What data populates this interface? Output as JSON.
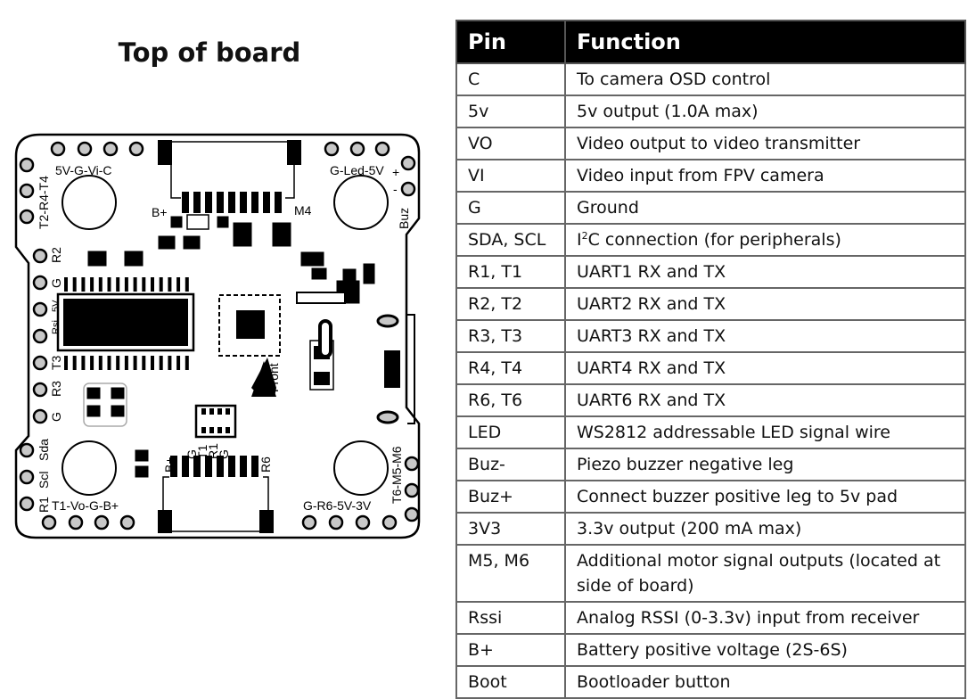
{
  "figure": {
    "title": "Top of board"
  },
  "board": {
    "labels": {
      "top_left_pads": "5V-G-Vi-C",
      "top_right_pads": "G-Led-5V",
      "left_upper_pads": "T2-R4-T4",
      "left_r2": "R2",
      "left_g": "G",
      "left_5v": "5V",
      "left_rsi": "Rsi",
      "left_t3": "T3",
      "left_r3": "R3",
      "left_g2": "G",
      "left_sda": "Sda",
      "left_scl": "Scl",
      "left_r1": "R1",
      "bottom_left_pads": "T1-Vo-G-B+",
      "bottom_right_pads": "G-R6-5V-3V",
      "right_lower_pads": "T6-M5-M6",
      "buz": "Buz",
      "buz_plus": "+",
      "buz_minus": "-",
      "m4": "M4",
      "b_plus_top": "B+",
      "b_plus_bottom": "B+",
      "front": "Front",
      "g_t1_r1_g": [
        "G",
        "T1",
        "R1",
        "G"
      ],
      "r6": "R6"
    }
  },
  "table": {
    "headers": [
      "Pin",
      "Function"
    ],
    "rows": [
      {
        "pin": "C",
        "function": "To camera OSD control"
      },
      {
        "pin": "5v",
        "function": "5v output (1.0A max)"
      },
      {
        "pin": "VO",
        "function": "Video output to video transmitter"
      },
      {
        "pin": "VI",
        "function": "Video input from FPV camera"
      },
      {
        "pin": "G",
        "function": "Ground"
      },
      {
        "pin": "SDA, SCL",
        "function_prefix": "I",
        "function_sup": "2",
        "function": "C connection (for peripherals)"
      },
      {
        "pin": "R1, T1",
        "function": "UART1 RX and TX"
      },
      {
        "pin": "R2, T2",
        "function": "UART2 RX and TX"
      },
      {
        "pin": "R3, T3",
        "function": "UART3 RX and TX"
      },
      {
        "pin": "R4, T4",
        "function": "UART4 RX and TX"
      },
      {
        "pin": "R6, T6",
        "function": "UART6 RX and TX"
      },
      {
        "pin": "LED",
        "function": "WS2812 addressable LED signal wire"
      },
      {
        "pin": "Buz-",
        "function": "Piezo buzzer negative leg"
      },
      {
        "pin": "Buz+",
        "function": "Connect buzzer positive leg to 5v pad"
      },
      {
        "pin": "3V3",
        "function": "3.3v output (200 mA max)"
      },
      {
        "pin": "M5, M6",
        "function": "Additional motor signal outputs (located at side of board)"
      },
      {
        "pin": "Rssi",
        "function": "Analog RSSI (0-3.3v) input from receiver"
      },
      {
        "pin": "B+",
        "function": "Battery positive voltage (2S-6S)"
      },
      {
        "pin": "Boot",
        "function": "Bootloader button"
      }
    ]
  }
}
